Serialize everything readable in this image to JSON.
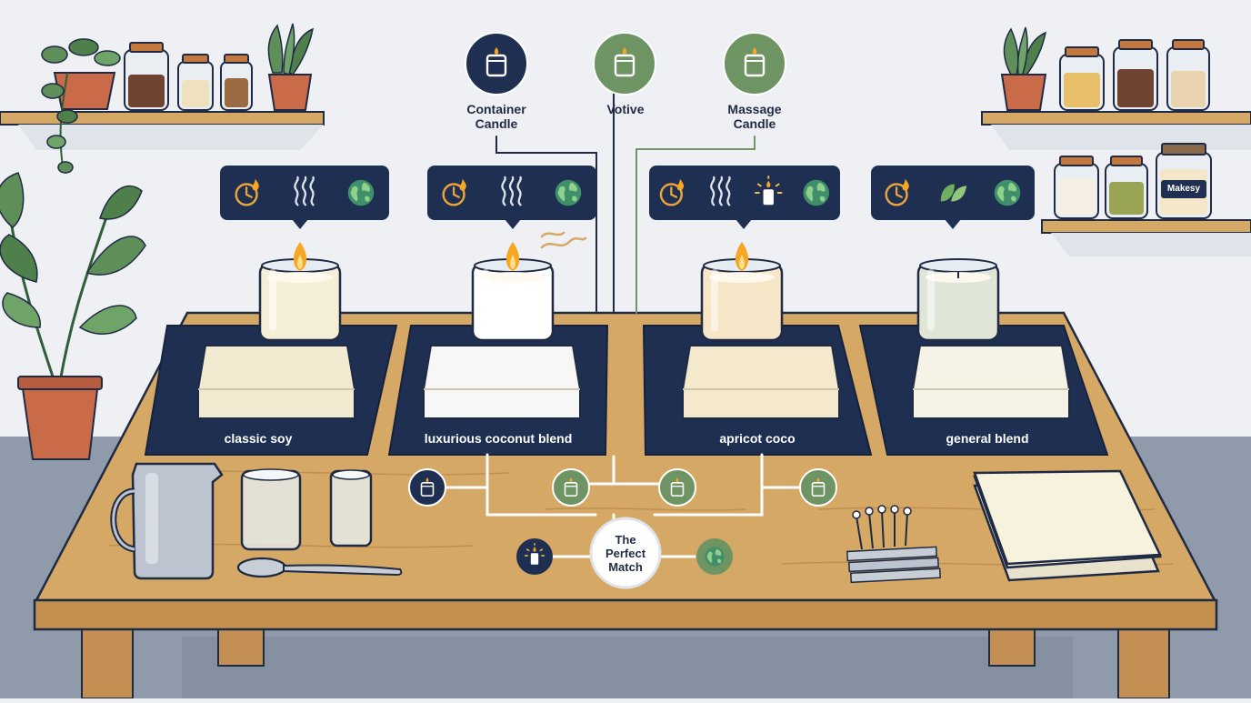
{
  "candle_types": [
    {
      "label": "Container\nCandle",
      "color": "#1f2f52"
    },
    {
      "label": "Votive",
      "color": "#6f9463"
    },
    {
      "label": "Massage\nCandle",
      "color": "#6f9463"
    }
  ],
  "wax_blends": [
    {
      "label": "classic soy",
      "candle_color": "#f6efd8",
      "block_color": "#f3ead2",
      "property_icons": [
        "clock-flame-icon",
        "smoke-icon",
        "globe-icon"
      ]
    },
    {
      "label": "luxurious coconut blend",
      "candle_color": "#ffffff",
      "block_color": "#f7f8f6",
      "property_icons": [
        "clock-flame-icon",
        "smoke-icon",
        "globe-icon"
      ]
    },
    {
      "label": "apricot coco",
      "candle_color": "#f8e6c8",
      "block_color": "#f4e8cd",
      "property_icons": [
        "clock-flame-icon",
        "smoke-icon",
        "candle-glow-icon",
        "globe-icon"
      ]
    },
    {
      "label": "general blend",
      "candle_color": "#dfe6d8",
      "block_color": "#f5f3e6",
      "property_icons": [
        "clock-flame-icon",
        "leaf-icon",
        "globe-icon"
      ]
    }
  ],
  "center": {
    "label": "The\nPerfect\nMatch"
  },
  "jar_label": "Makesy",
  "colors": {
    "navy": "#1f2f52",
    "sage": "#6f9463",
    "table": "#d6a865",
    "table_edge": "#b8844a",
    "flame": "#f6a623",
    "wall": "#eef0f4",
    "floor": "#8f9baa"
  }
}
